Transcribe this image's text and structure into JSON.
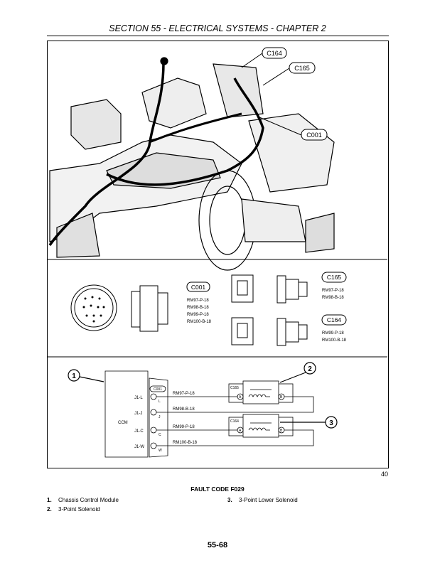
{
  "header": {
    "title": "SECTION 55 - ELECTRICAL SYSTEMS - CHAPTER 2"
  },
  "figure": {
    "number": "40",
    "caption": "FAULT CODE F029",
    "photo_callouts": [
      "C164",
      "C165",
      "C001"
    ],
    "connectors": {
      "c001": {
        "label": "C001",
        "wires": [
          "RM97-P-18",
          "RM98-B-18",
          "RM99-P-18",
          "RM100-B-18"
        ]
      },
      "c165": {
        "label": "C165",
        "wires": [
          "RM97-P-18",
          "RM98-B-18"
        ]
      },
      "c164": {
        "label": "C164",
        "wires": [
          "RM99-P-18",
          "RM100-B-18"
        ]
      }
    },
    "schematic": {
      "module": "CCM",
      "connector": "C001",
      "pins": [
        {
          "label": "J1-L",
          "pin": "L",
          "wire": "RM97-P-18"
        },
        {
          "label": "J1-J",
          "pin": "J",
          "wire": "RM98-B-18"
        },
        {
          "label": "J1-C",
          "pin": "C",
          "wire": "RM99-P-18"
        },
        {
          "label": "J1-W",
          "pin": "W",
          "wire": "RM100-B-18"
        }
      ],
      "solenoids": [
        {
          "connector": "C165",
          "a": "A",
          "b": "B"
        },
        {
          "connector": "C164",
          "a": "A",
          "b": "B"
        }
      ],
      "callouts": [
        "1",
        "2",
        "3"
      ]
    }
  },
  "legend": [
    {
      "num": "1.",
      "text": "Chassis Control Module"
    },
    {
      "num": "2.",
      "text": "3-Point Solenoid"
    },
    {
      "num": "3.",
      "text": "3-Point Lower Solenoid"
    }
  ],
  "footer": {
    "page": "55-68"
  }
}
